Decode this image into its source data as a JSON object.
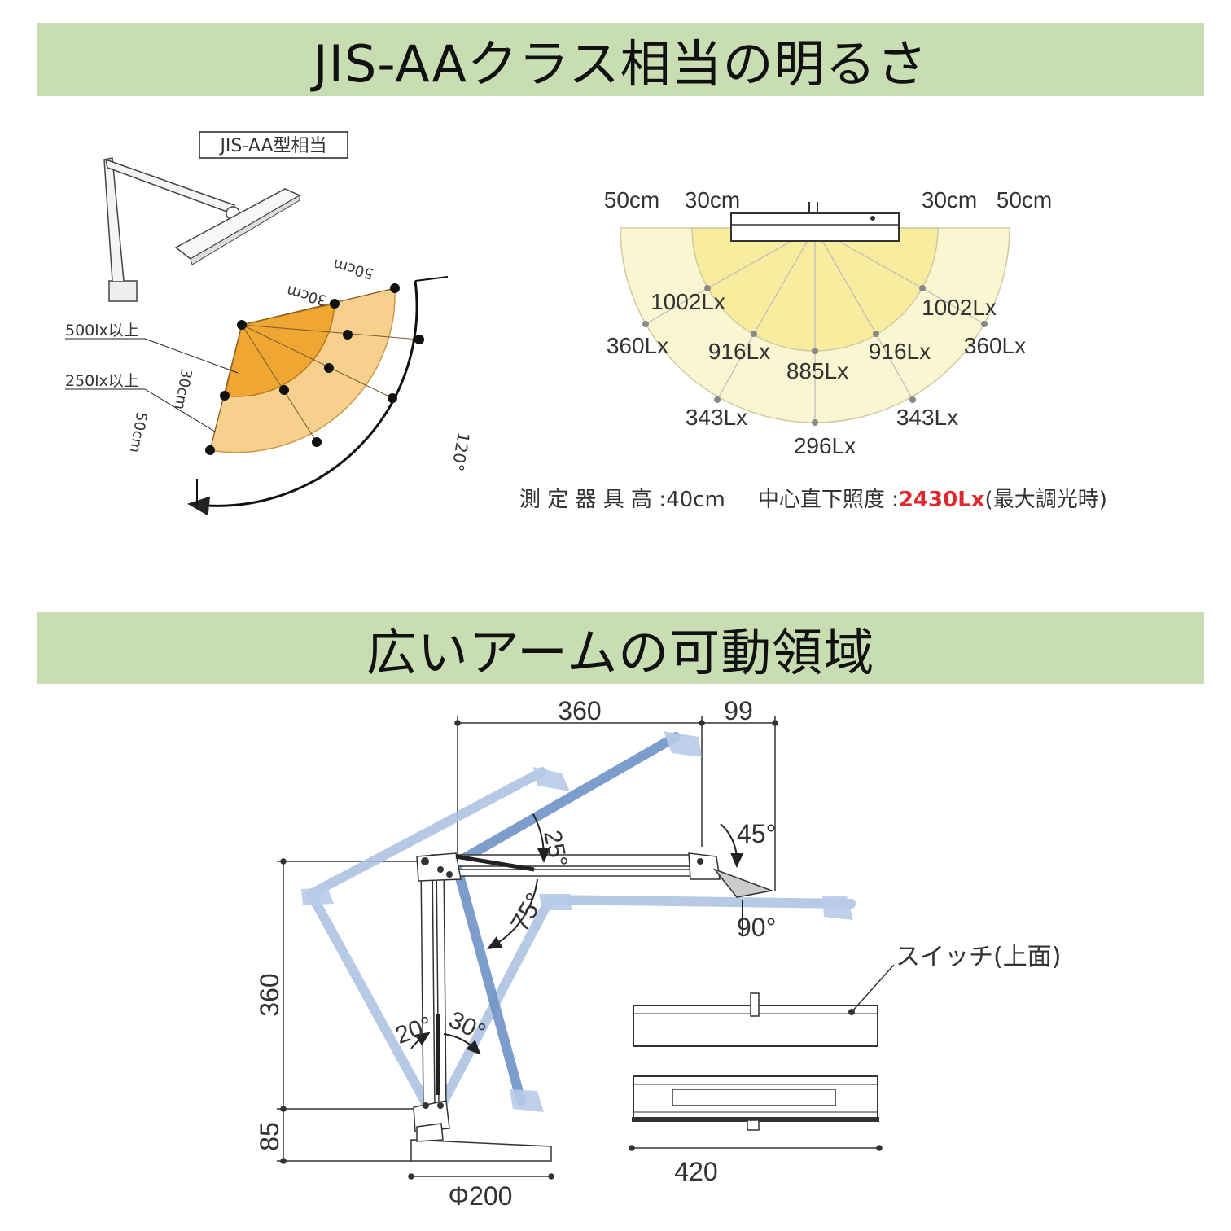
{
  "section1": {
    "title": "JIS-AAクラス相当の明るさ",
    "lamp_badge": "JIS-AA型相当",
    "legend_500": "500lx以上",
    "legend_250": "250lx以上",
    "fan_30cm": "30cm",
    "fan_50cm": "50cm",
    "fan_angle": "120°",
    "dist_labels": {
      "left_50": "50cm",
      "left_30": "30cm",
      "right_30": "30cm",
      "right_50": "50cm"
    },
    "lux": {
      "inner_left": "1002Lx",
      "inner_right": "1002Lx",
      "outer_left_top": "360Lx",
      "outer_right_top": "360Lx",
      "mid_left": "916Lx",
      "mid_right": "916Lx",
      "center": "885Lx",
      "lower_left": "343Lx",
      "lower_right": "343Lx",
      "bottom": "296Lx"
    },
    "measure_height_label": "測 定 器 具 高 :",
    "measure_height_value": "40cm",
    "center_illum_label": "中心直下照度 :",
    "center_illum_value": "2430Lx",
    "center_illum_note": "(最大調光時)",
    "highlight_color": "#e0272b"
  },
  "section2": {
    "title": "広いアームの可動領域",
    "dims": {
      "top_360": "360",
      "top_99": "99",
      "left_360": "360",
      "left_85": "85",
      "base": "Φ200",
      "head_width": "420"
    },
    "angles": {
      "a25": "25°",
      "a45": "45°",
      "a75": "75°",
      "a90": "90°",
      "a20": "20°",
      "a30": "30°"
    },
    "switch_label": "スイッチ(上面)"
  }
}
